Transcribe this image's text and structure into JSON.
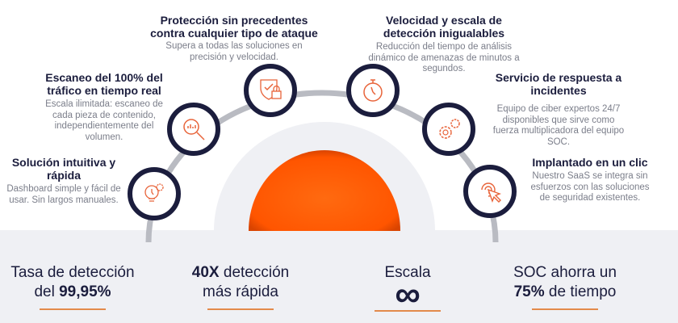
{
  "features": [
    {
      "title": "Solución intuitiva y rápida",
      "desc": "Dashboard simple y fácil de usar. Sin largos manuales.",
      "icon": "lightbulb-gear-icon"
    },
    {
      "title": "Escaneo del 100% del tráfico en tiempo real",
      "desc": "Escala ilimitada: escaneo de cada pieza de contenido, independientemente del volumen.",
      "icon": "magnifier-chart-icon"
    },
    {
      "title": "Protección sin precedentes contra cualquier tipo de ataque",
      "desc": "Supera a todas las soluciones en precisión y velocidad.",
      "icon": "shield-lock-icon"
    },
    {
      "title": "Velocidad y escala de detección inigualables",
      "desc": "Reducción del tiempo de análisis dinámico de amenazas de minutos a segundos.",
      "icon": "stopwatch-icon"
    },
    {
      "title": "Servicio de respuesta a incidentes",
      "desc": "Equipo de ciber expertos 24/7 disponibles que sirve como fuerza multiplicadora del equipo SOC.",
      "icon": "gears-icon"
    },
    {
      "title": "Implantado en un clic",
      "desc": "Nuestro SaaS se integra sin esfuerzos con las soluciones de seguridad existentes.",
      "icon": "cursor-click-icon"
    }
  ],
  "stats": [
    {
      "line1": "Tasa de detección",
      "line2_pre": "del ",
      "line2_bold": "99,95%"
    },
    {
      "line1_bold": "40X",
      "line1": " detección",
      "line2": "más rápida"
    },
    {
      "line1": "Escala",
      "symbol": "∞"
    },
    {
      "line1": "SOC ahorra un",
      "line2_bold": "75%",
      "line2": " de tiempo"
    }
  ],
  "colors": {
    "accent": "#ff5a00",
    "navy": "#1b1d3d",
    "arc": "#b9bbc2",
    "band": "#eff0f4"
  }
}
